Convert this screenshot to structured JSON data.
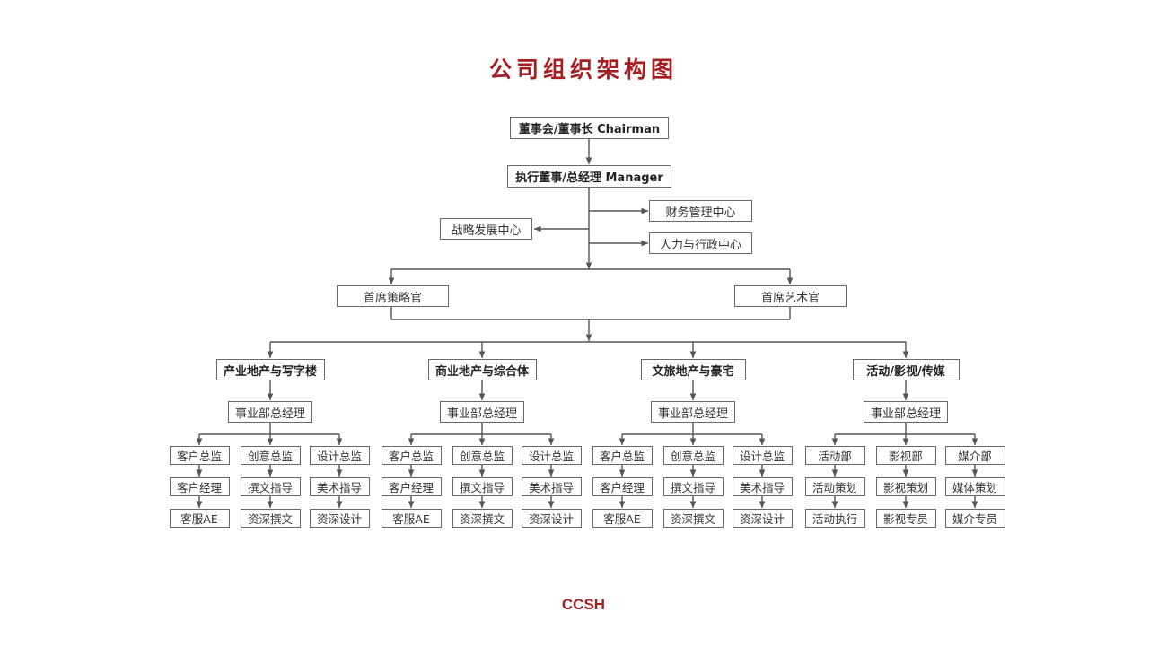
{
  "title": "公司组织架构图",
  "footer": "CCSH",
  "colors": {
    "accent": "#a51f22",
    "line": "#555555",
    "box_border": "#6a6a6a"
  },
  "top": {
    "chairman": "董事会/董事长 Chairman",
    "manager": "执行董事/总经理 Manager"
  },
  "centers": {
    "finance": "财务管理中心",
    "strategy": "战略发展中心",
    "hr": "人力与行政中心"
  },
  "officers": {
    "strategy": "首席策略官",
    "art": "首席艺术官"
  },
  "divisions": [
    {
      "name": "产业地产与写字楼",
      "gm": "事业部总经理",
      "columns": [
        [
          "客户总监",
          "客户经理",
          "客服AE"
        ],
        [
          "创意总监",
          "撰文指导",
          "资深撰文"
        ],
        [
          "设计总监",
          "美术指导",
          "资深设计"
        ]
      ]
    },
    {
      "name": "商业地产与综合体",
      "gm": "事业部总经理",
      "columns": [
        [
          "客户总监",
          "客户经理",
          "客服AE"
        ],
        [
          "创意总监",
          "撰文指导",
          "资深撰文"
        ],
        [
          "设计总监",
          "美术指导",
          "资深设计"
        ]
      ]
    },
    {
      "name": "文旅地产与豪宅",
      "gm": "事业部总经理",
      "columns": [
        [
          "客户总监",
          "客户经理",
          "客服AE"
        ],
        [
          "创意总监",
          "撰文指导",
          "资深撰文"
        ],
        [
          "设计总监",
          "美术指导",
          "资深设计"
        ]
      ]
    },
    {
      "name": "活动/影视/传媒",
      "gm": "事业部总经理",
      "columns": [
        [
          "活动部",
          "活动策划",
          "活动执行"
        ],
        [
          "影视部",
          "影视策划",
          "影视专员"
        ],
        [
          "媒介部",
          "媒体策划",
          "媒介专员"
        ]
      ]
    }
  ]
}
